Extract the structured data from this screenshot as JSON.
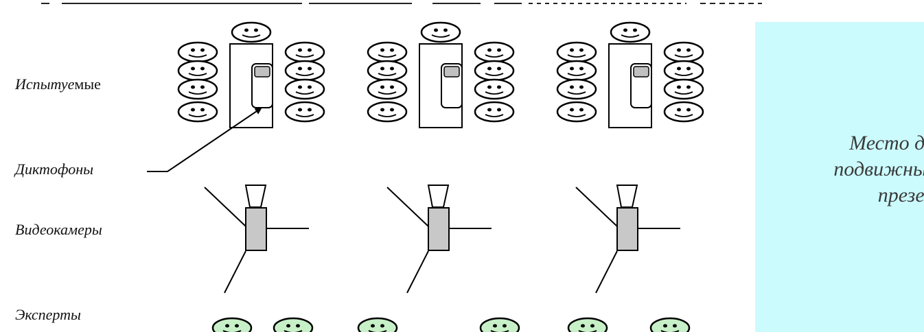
{
  "labels": {
    "subjects_part1": "Испытуе",
    "subjects_part2": "мые",
    "recorders": "Диктофоны",
    "cameras": "Видеокамеры",
    "experts": "Эксперты"
  },
  "panel": {
    "line1": "Место для в",
    "line2": "подвижных",
    "line3": "презент"
  },
  "colors": {
    "panel_bg": "#ccfbfd",
    "expert_face": "#c8f0c8",
    "camera_body": "#c8c8c8",
    "recorder_screen": "#c0c0c0"
  }
}
